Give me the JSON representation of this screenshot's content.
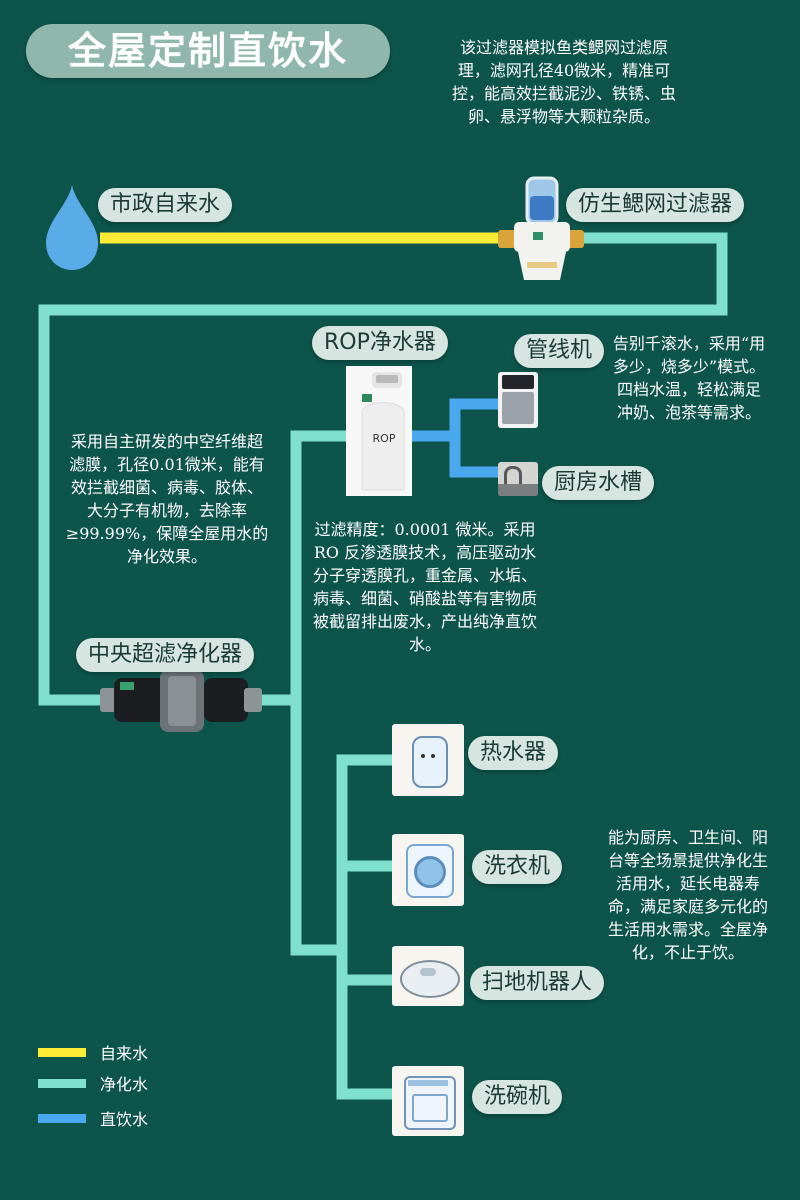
{
  "title": "全屋定制直饮水",
  "source": {
    "label": "市政自来水"
  },
  "filter1": {
    "label": "仿生鳃网过滤器",
    "desc": "该过滤器模拟鱼类鳃网过滤原理，滤网孔径40微米，精准可控，能高效拦截泥沙、铁锈、虫卵、悬浮物等大颗粒杂质。"
  },
  "central": {
    "label": "中央超滤净化器",
    "desc": "采用自主研发的中空纤维超滤膜，孔径0.01微米，能有效拦截细菌、病毒、胶体、大分子有机物，去除率≥99.99%，保障全屋用水的净化效果。"
  },
  "rop": {
    "label": "ROP净水器",
    "device_text": "ROP",
    "desc": "过滤精度：0.0001 微米。采用 RO 反渗透膜技术，高压驱动水分子穿透膜孔，重金属、水垢、病毒、细菌、硝酸盐等有害物质被截留排出废水，产出纯净直饮水。"
  },
  "pipeline": {
    "label": "管线机",
    "desc": "告别千滚水，采用“用多少，烧多少”模式。四档水温，轻松满足冲奶、泡茶等需求。"
  },
  "sink": {
    "label": "厨房水槽"
  },
  "appliances": [
    {
      "label": "热水器"
    },
    {
      "label": "洗衣机"
    },
    {
      "label": "扫地机器人"
    },
    {
      "label": "洗碗机"
    }
  ],
  "appliances_desc": "能为厨房、卫生间、阳台等全场景提供净化生活用水，延长电器寿命，满足家庭多元化的生活用水需求。全屋净化，不止于饮。",
  "legend": [
    {
      "label": "自来水",
      "color": "#fdeb35"
    },
    {
      "label": "净化水",
      "color": "#7fe0ce"
    },
    {
      "label": "直饮水",
      "color": "#4aa8ee"
    }
  ],
  "colors": {
    "background": "#0d544a",
    "tap_water": "#fdeb35",
    "purified_water": "#7fe0ce",
    "drinking_water": "#4aa8ee",
    "pill": "#d7e5e1",
    "title_pill": "#8fb7ab",
    "water_drop": "#5aace9"
  }
}
